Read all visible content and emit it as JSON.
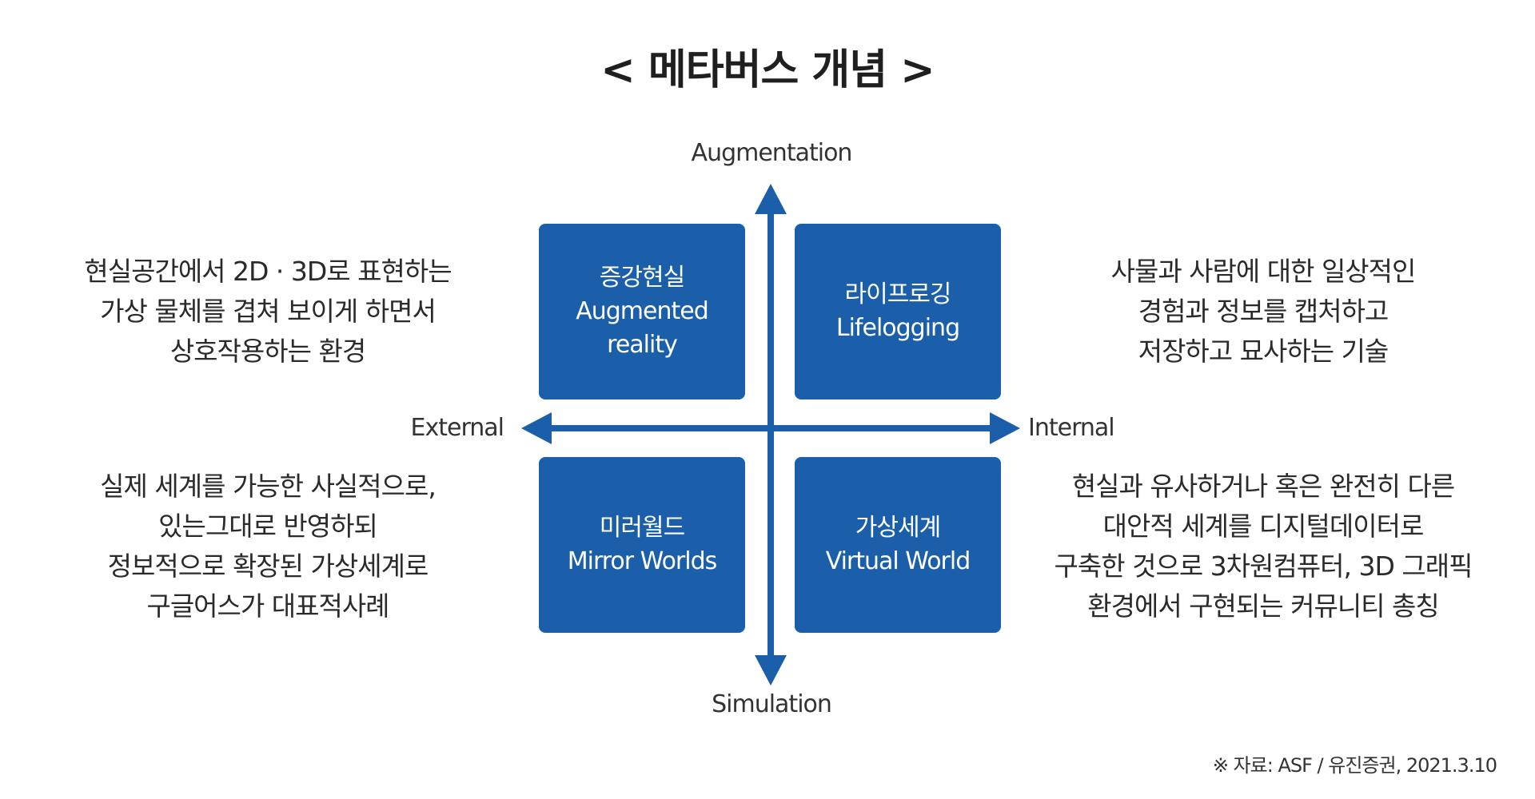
{
  "title": "< 메타버스 개념 >",
  "axes": {
    "top": "Augmentation",
    "bottom": "Simulation",
    "left": "External",
    "right": "Internal"
  },
  "quadrants": {
    "augmented_reality": {
      "korean": "증강현실",
      "english_line1": "Augmented",
      "english_line2": "reality"
    },
    "lifelogging": {
      "korean": "라이프로깅",
      "english": "Lifelogging"
    },
    "mirror_worlds": {
      "korean": "미러월드",
      "english": "Mirror Worlds"
    },
    "virtual_world": {
      "korean": "가상세계",
      "english": "Virtual World"
    }
  },
  "descriptions": {
    "augmented_reality": [
      "현실공간에서 2D · 3D로 표현하는",
      "가상 물체를 겹쳐 보이게 하면서",
      "상호작용하는 환경"
    ],
    "lifelogging": [
      "사물과 사람에 대한 일상적인",
      "경험과 정보를 캡처하고",
      "저장하고 묘사하는 기술"
    ],
    "mirror_worlds": [
      "실제 세계를 가능한 사실적으로,",
      "있는그대로 반영하되",
      "정보적으로 확장된 가상세계로",
      "구글어스가 대표적사례"
    ],
    "virtual_world": [
      "현실과 유사하거나 혹은 완전히 다른",
      "대안적 세계를 디지털데이터로",
      "구축한 것으로 3차원컴퓨터, 3D 그래픽",
      "환경에서 구현되는 커뮤니티 총칭"
    ]
  },
  "source": "※ 자료: ASF / 유진증권, 2021.3.10",
  "colors": {
    "accent": "#1b5faa",
    "text": "#222222"
  }
}
